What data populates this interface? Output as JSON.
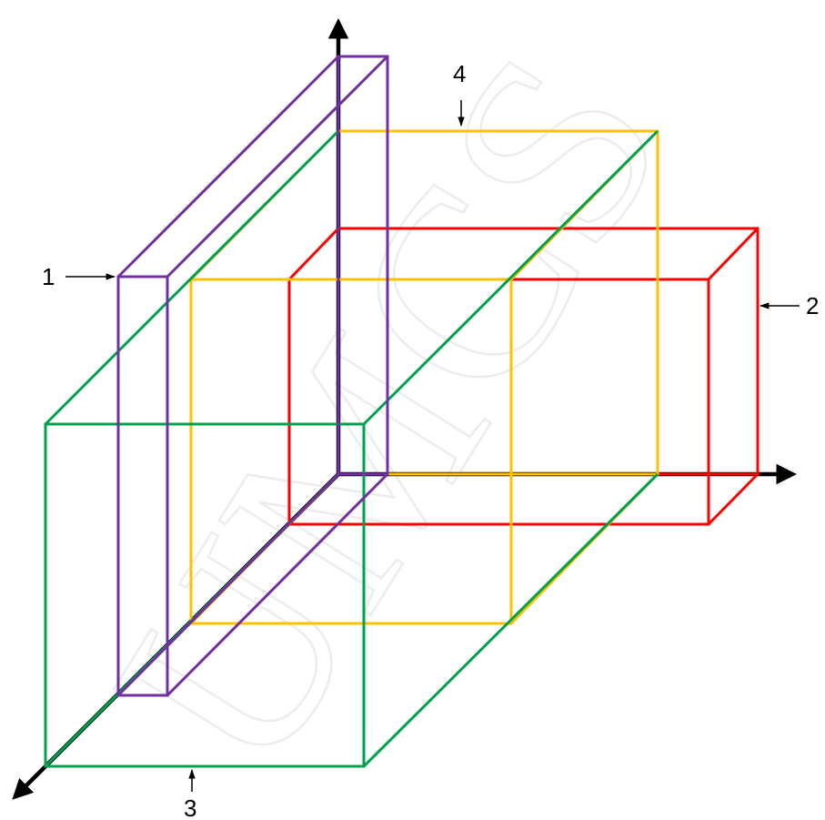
{
  "watermark": {
    "text": "UMCS",
    "color": "#ececec"
  },
  "colors": {
    "axis": "#000000",
    "box_1": "#7030a0",
    "box_2": "#ff0000",
    "box_3": "#00a050",
    "box_4": "#ffc000"
  },
  "labels": {
    "box_1": "1",
    "box_2": "2",
    "box_3": "3",
    "box_4": "4"
  }
}
